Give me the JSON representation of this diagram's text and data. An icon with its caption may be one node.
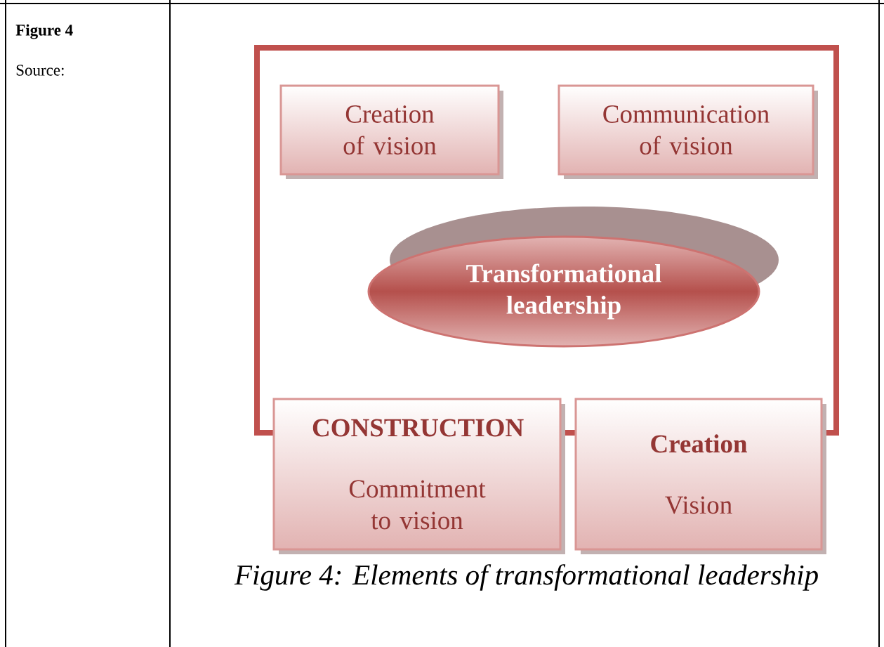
{
  "diagram": {
    "caption": "Figure 4: Elements of transformational leadership",
    "nodes": [
      {
        "text": [
          "Creation of vision"
        ]
      },
      {
        "text": [
          "Communication of vision"
        ]
      },
      {
        "text": [
          "Transformational leadership"
        ]
      },
      {
        "text": [
          "CONSTRUCTION",
          "Commitment to vision"
        ]
      },
      {
        "text": [
          "Creation",
          "Vision"
        ]
      }
    ],
    "labels": [
      "Figure 4",
      "Source:"
    ]
  }
}
